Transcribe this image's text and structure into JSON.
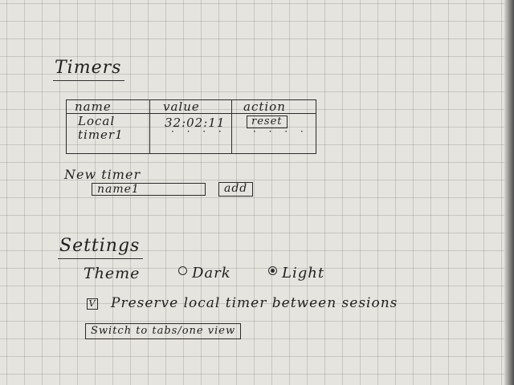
{
  "timers": {
    "heading": "Timers",
    "columns": [
      "name",
      "value",
      "action"
    ],
    "rows": [
      {
        "name": "Local\ntimer1",
        "value": "32:02:11",
        "action_label": "reset"
      }
    ],
    "continuation_dots": "· · · ·"
  },
  "new_timer": {
    "label": "New timer",
    "input_value": "name1",
    "add_label": "add"
  },
  "settings": {
    "heading": "Settings",
    "theme_label": "Theme",
    "theme_options": [
      "Dark",
      "Light"
    ],
    "theme_selected": "Light",
    "preserve_checkbox_mark": "V",
    "preserve_label": "Preserve local timer between sesions",
    "preserve_checked": true,
    "switch_view_label": "Switch to tabs/one view"
  }
}
